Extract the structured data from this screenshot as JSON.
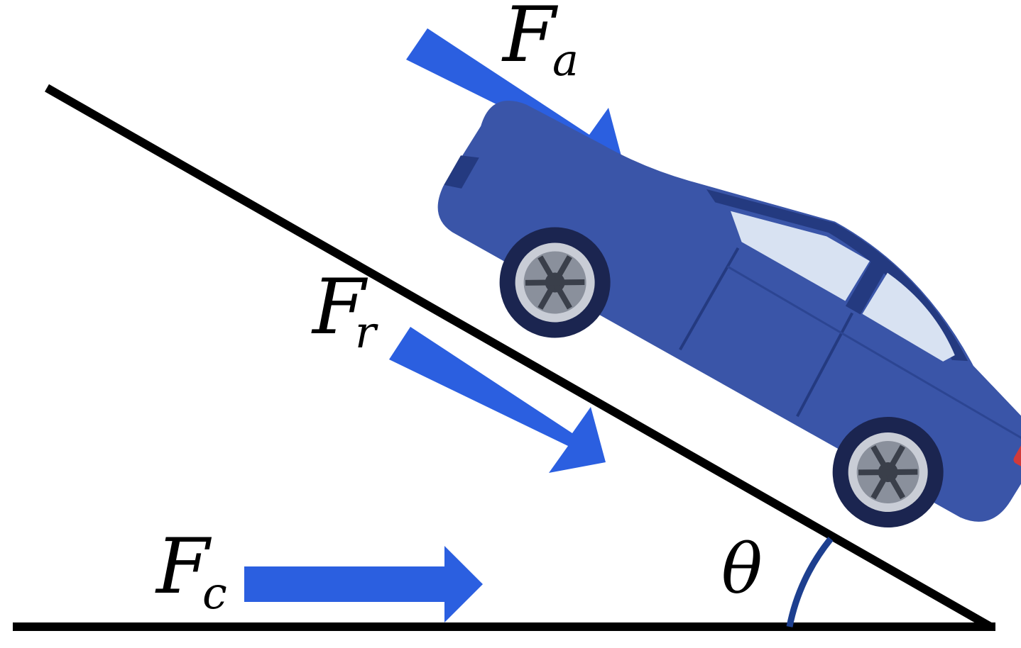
{
  "colors": {
    "arrow": "#2b5fe0",
    "car_body": "#3a55a8",
    "car_dark": "#243a80",
    "window": "#d8e2f2",
    "tail_light": "#d23a3a",
    "line": "#000000",
    "angle_arc": "#1d3f8f"
  },
  "labels": {
    "fa_main": "F",
    "fa_sub": "a",
    "fr_main": "F",
    "fr_sub": "r",
    "fc_main": "F",
    "fc_sub": "c",
    "theta": "θ"
  },
  "icons": {
    "vehicle": "car-icon"
  }
}
